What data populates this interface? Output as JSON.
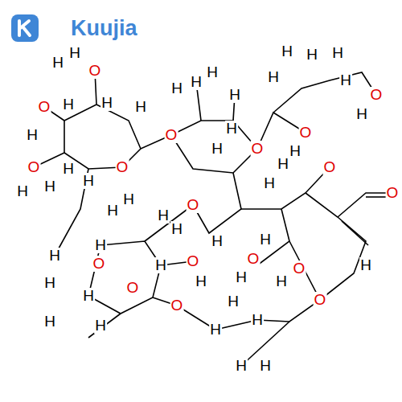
{
  "diagram": {
    "labels": [
      "Kuujia",
      "H",
      "H",
      "O",
      "H",
      "O",
      "H",
      "H",
      "O",
      "H",
      "O",
      "H",
      "H",
      "H",
      "O",
      "H",
      "H",
      "H",
      "H",
      "H",
      "H",
      "H",
      "H",
      "H",
      "O",
      "H",
      "H",
      "H",
      "O",
      "H",
      "H",
      "O",
      "O",
      "H",
      "H",
      "H",
      "H",
      "O",
      "H",
      "H",
      "O",
      "O",
      "H",
      "H",
      "H",
      "O",
      "H",
      "O",
      "H",
      "H",
      "H",
      "O",
      "H",
      "H",
      "H",
      "O",
      "O",
      "H",
      "H",
      "H",
      "H",
      "H",
      "H",
      "O",
      "H",
      "H"
    ]
  }
}
